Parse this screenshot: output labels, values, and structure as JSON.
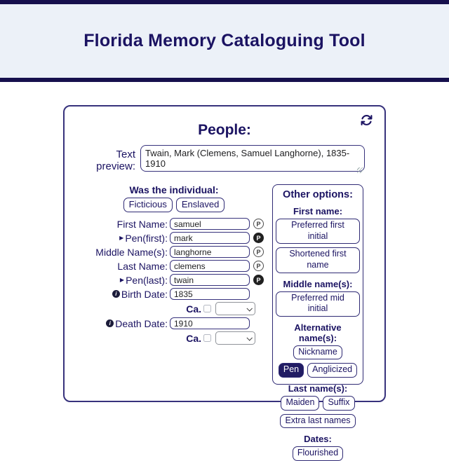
{
  "header": {
    "title": "Florida Memory Cataloguing Tool"
  },
  "card": {
    "heading": "People:",
    "refresh_icon": "sync-refresh-icon",
    "preview": {
      "label": "Text preview:",
      "value": "Twain, Mark (Clemens, Samuel Langhorne), 1835-1910"
    },
    "individual": {
      "heading": "Was the individual:",
      "buttons": [
        {
          "label": "Ficticious"
        },
        {
          "label": "Enslaved"
        }
      ]
    },
    "icons": {
      "marker": "▶",
      "info": "i",
      "badge": "P"
    },
    "fields": [
      {
        "label": "First Name:",
        "value": "samuel",
        "badge": "P",
        "badge_filled": false
      },
      {
        "label": "Pen(first):",
        "value": "mark",
        "badge": "P",
        "badge_filled": true,
        "marker": "▶"
      },
      {
        "label": "Middle Name(s):",
        "value": "langhorne",
        "badge": "P",
        "badge_filled": false
      },
      {
        "label": "Last Name:",
        "value": "clemens",
        "badge": "P",
        "badge_filled": false
      },
      {
        "label": "Pen(last):",
        "value": "twain",
        "badge": "P",
        "badge_filled": true,
        "marker": "▶"
      },
      {
        "label": "Birth Date:",
        "value": "1835",
        "info": true
      },
      {
        "label": "Death Date:",
        "value": "1910",
        "info": true
      }
    ],
    "ca": {
      "label": "Ca.",
      "checkbox_checked": false,
      "select_value": ""
    },
    "other_options": {
      "heading": "Other options:",
      "groups": [
        {
          "heading": "First name:",
          "buttons": [
            {
              "label": "Preferred first initial"
            },
            {
              "label": "Shortened first name"
            }
          ]
        },
        {
          "heading": "Middle name(s):",
          "buttons": [
            {
              "label": "Preferred mid initial"
            }
          ]
        },
        {
          "heading": "Alternative name(s):",
          "buttons": [
            {
              "label": "Nickname"
            },
            {
              "label": "Pen",
              "active": true
            },
            {
              "label": "Anglicized"
            }
          ]
        },
        {
          "heading": "Last name(s):",
          "buttons": [
            {
              "label": "Maiden"
            },
            {
              "label": "Suffix"
            },
            {
              "label": "Extra last names"
            }
          ]
        },
        {
          "heading": "Dates:",
          "buttons": [
            {
              "label": "Flourished"
            }
          ]
        }
      ]
    }
  },
  "colors": {
    "navy_text": "#1b1362",
    "navy_border": "#2f2a74",
    "header_bg": "#ecf1f8",
    "header_bar": "#16104d",
    "active_button_bg": "#211c63",
    "badge_filled_bg": "#202020"
  }
}
